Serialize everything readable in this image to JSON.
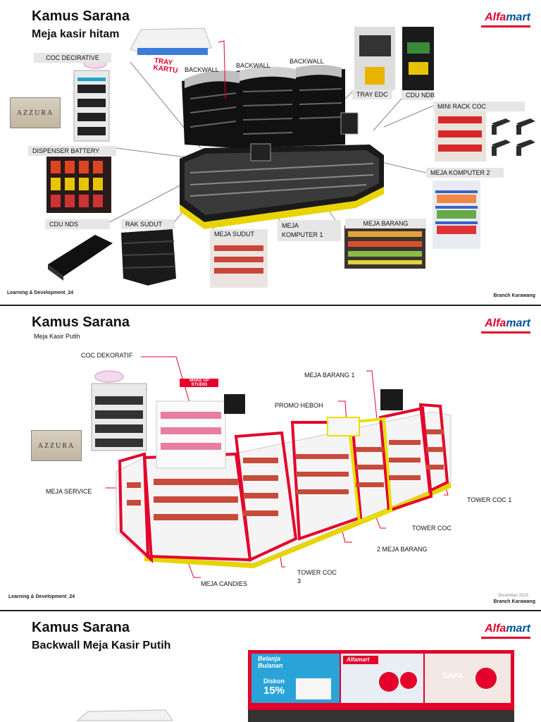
{
  "logo": {
    "alfa": "Alfa",
    "mart": "mart"
  },
  "slide1": {
    "title": "Kamus Sarana",
    "subtitle": "Meja kasir hitam",
    "labels": {
      "coc_decorative": "COC DECIRATIVE",
      "tray_kartu_1": "TRAY",
      "tray_kartu_2": "KARTU",
      "backwall": "BACKWALL",
      "tray_edc": "TRAY EDC",
      "cdu_ndb": "CDU NDB",
      "mini_rack_coc": "MINI RACK COC",
      "dispenser_battery": "DISPENSER BATTERY",
      "meja_komputer_2": "MEJA KOMPUTER 2",
      "cdu_nds": "CDU NDS",
      "rak_sudut": "RAK SUDUT",
      "meja_sudut": "MEJA SUDUT",
      "meja_komputer_1a": "MEJA",
      "meja_komputer_1b": "KOMPUTER 1",
      "meja_barang": "MEJA BARANG"
    },
    "azzura": "AZZURA",
    "footer_left": "Learning & Development_24",
    "footer_right": "Branch Karawang"
  },
  "slide2": {
    "title": "Kamus Sarana",
    "subtitle": "Meja Kasir Putih",
    "labels": {
      "coc_dekoratif": "COC DEKORATIF",
      "meja_barang_1": "MEJA BARANG 1",
      "promo_heboh": "PROMO HEBOH",
      "meja_service": "MEJA SERVICE",
      "tower_coc_1": "TOWER COC 1",
      "tower_coc": "TOWER  COC",
      "meja_barang_2": "2 MEJA BARANG",
      "tower_coc_3a": "TOWER COC",
      "tower_coc_3b": "3",
      "meja_candies": "MEJA CANDIES"
    },
    "azzura": "AZZURA",
    "sign": "MAKE UP STUDIO",
    "footer_left": "Learning & Development_24",
    "footer_right_small": "Desember 2023",
    "footer_right": "Branch Karawang"
  },
  "slide3": {
    "title": "Kamus Sarana",
    "subtitle": "Backwall Meja Kasir Putih",
    "banner_left_1": "Belanja",
    "banner_left_2": "Bulanan",
    "banner_left_3": "Diskon",
    "banner_left_4": "15%",
    "banner_mid": "Alfamart",
    "banner_right": "SAPA"
  }
}
